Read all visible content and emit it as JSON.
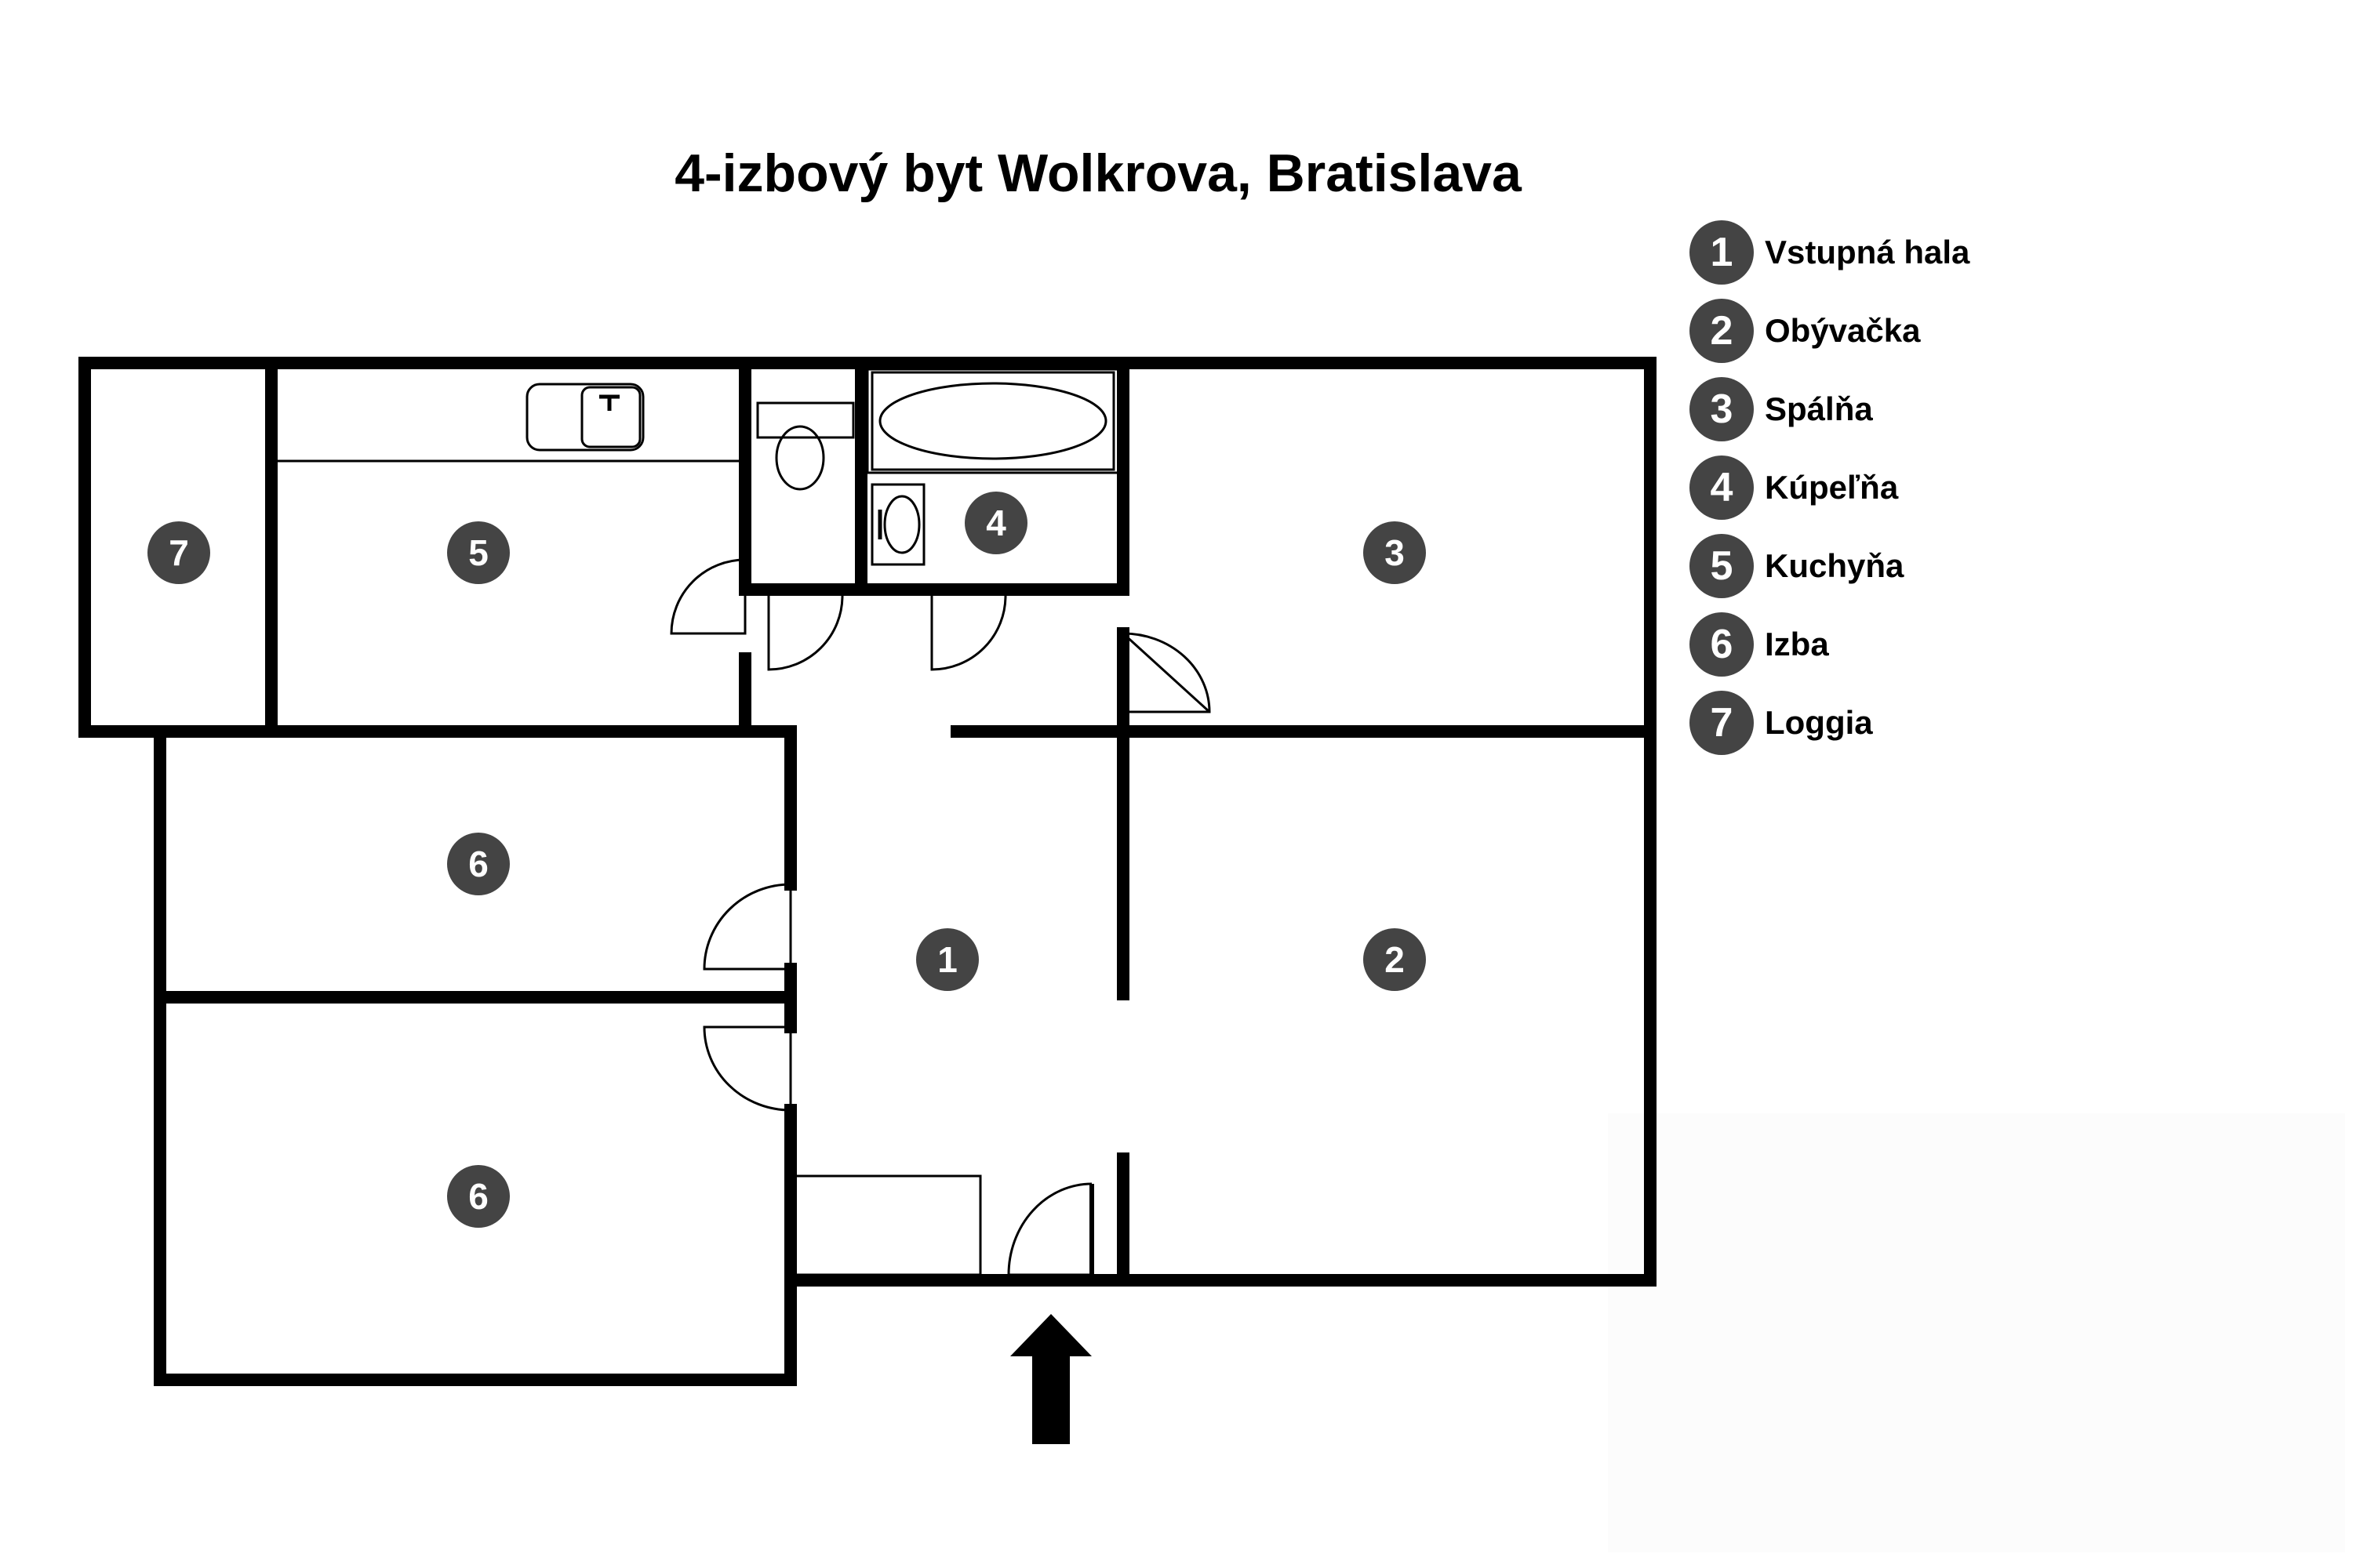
{
  "title": "4-izbový byt Wolkrova, Bratislava",
  "legend": [
    {
      "num": "1",
      "label": "Vstupná hala"
    },
    {
      "num": "2",
      "label": "Obývačka"
    },
    {
      "num": "3",
      "label": "Spálňa"
    },
    {
      "num": "4",
      "label": "Kúpeľňa"
    },
    {
      "num": "5",
      "label": "Kuchyňa"
    },
    {
      "num": "6",
      "label": "Izba"
    },
    {
      "num": "7",
      "label": "Loggia"
    }
  ],
  "rooms": {
    "loggia": "7",
    "kitchen": "5",
    "bathroom": "4",
    "bedroom": "3",
    "room_upper": "6",
    "room_lower": "6",
    "hall": "1",
    "living": "2"
  },
  "colors": {
    "wall": "#000000",
    "badge": "#444444",
    "badge_text": "#ffffff"
  }
}
